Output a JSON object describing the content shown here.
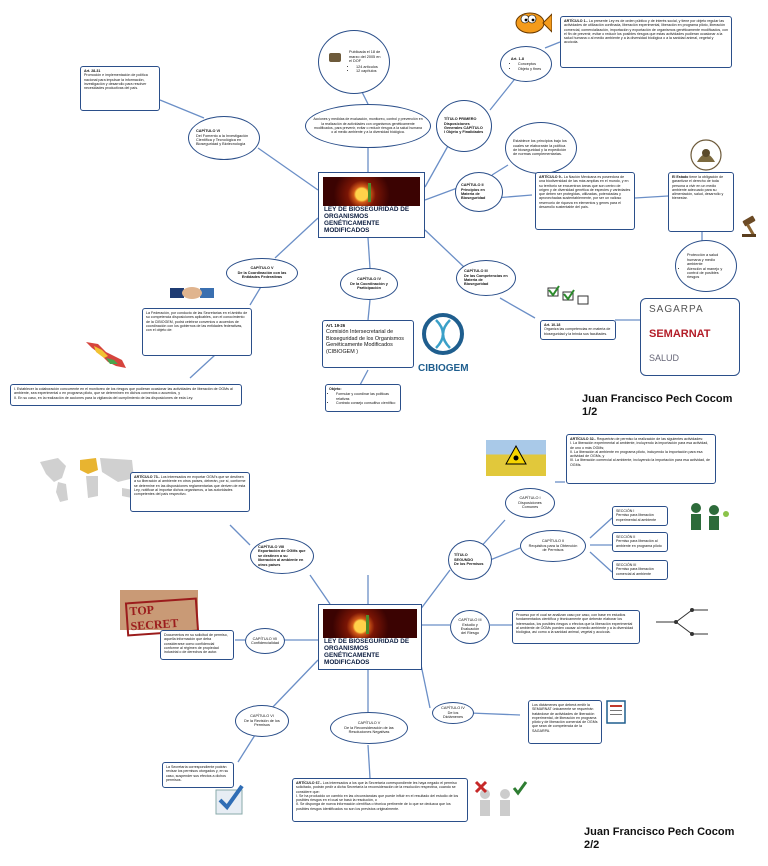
{
  "page1": {
    "center_title": "LEY DE BIOSEGURIDAD DE ORGANISMOS GENÉTICAMENTE MODIFICADOS",
    "top_oval": "Acciones y medidas de evaluación, monitoreo, control y prevención en la realización de actividades con organismos genéticamente modificados, para prevenir, evitar o reducir riesgos a la salud humana o al medio ambiente y a la diversidad biológica.",
    "published_oval": {
      "line1": "Publicada el 18 de marzo del 2005 en el DOF",
      "items": [
        "124 artículos",
        "12 capítulos"
      ]
    },
    "cap6": {
      "title": "CAPÍTULO VI",
      "text": "Del Fomento a la Investigación Científica y Tecnológica en Bioseguridad y Biotecnología"
    },
    "art2831": {
      "title": "Art. 28-31",
      "text": "Promoción e implementación de política nacional para impulsar la información, investigación y desarrollo para resolver necesidades productivas del país."
    },
    "titulo1": {
      "title": "TÍTULO PRIMERO",
      "text": "Disposiciones Generales CAPÍTULO I Objeto y Finalidades"
    },
    "art18": {
      "title": "Art. 1-8",
      "items": [
        "Conceptos",
        "Objeto y fines"
      ]
    },
    "art1": {
      "title": "ARTÍCULO 1.-",
      "text": "La presente Ley es de orden público y de interés social, y tiene por objeto regular las actividades de utilización confinada, liberación experimental, liberación en programa piloto, liberación comercial, comercialización, importación y exportación de organismos genéticamente modificados, con el fin de prevenir, evitar o reducir los posibles riesgos que estas actividades pudieran ocasionar a la salud humana o al medio ambiente y a la diversidad biológica o a la sanidad animal, vegetal y acuícola."
    },
    "cap2": {
      "title": "CAPÍTULO II",
      "text": "Principios en Materia de Bioseguridad"
    },
    "principios_oval": "Establece los principios bajo los cuales se elaborarán la política de bioseguridad y la expedición de normas complementarias.",
    "art9": {
      "title": "ARTÍCULO 9.-",
      "text": "La Nación Mexicana es poseedora de una biodiversidad de las más amplias en el mundo, y en su territorio se encuentran áreas que son centro de origen y de diversidad genética de especies y variedades que deben ser protegidas, utilizadas, potenciadas y aprovechadas sustentablemente, por ser un valioso reservorio de riqueza en elementos y genes para el desarrollo sustentable del país."
    },
    "estado_box": {
      "title": "El Estado",
      "text": "tiene la obligación de garantizar el derecho de toda persona a vivir en un medio ambiente adecuado para su alimentación, salud, desarrollo y bienestar."
    },
    "proteccion_oval": {
      "items": [
        "Protección a salud humana y medio ambiente",
        "Atención al manejo y control de posibles riesgos"
      ]
    },
    "cap5": {
      "title": "CAPÍTULO V",
      "text": "De la Coordinación con las Entidades Federativas"
    },
    "cap4": {
      "title": "CAPÍTULO IV",
      "text": "De la Coordinación y Participación"
    },
    "cap3": {
      "title": "CAPÍTULO III",
      "text": "De las Competencias en Materia de Bioseguridad"
    },
    "federacion_box": "La Federación, por conducto de las Secretarías en el ámbito de su competencia disposiciones aplicables, con el conocimiento de la CIBIOGEM, podrá celebrar convenios o acuerdos de coordinación con los gobiernos de las entidades federativas, con el objeto de:",
    "establecer_box": [
      "I. Establecer la colaboración concurrente en el monitoreo de los riesgos que pudieran ocasionar las actividades de liberación de OGMs al ambiente, sea experimental o en programa piloto, que se determinen en dichos convenios o acuerdos, y",
      "II. En su caso, en la realización de acciones para la vigilancia del cumplimiento de las disposiciones de esta Ley."
    ],
    "art1926": {
      "title": "Art. 19-26",
      "text": "Comisión Intersecretarial de Bioseguridad de los Organismos Genéticamente Modificados (CIBIOGEM )"
    },
    "cibiogem_logo": "CIBIOGEM",
    "objeto_box": {
      "title": "Objeto:",
      "items": [
        "Formular y coordinar las políticas relativas",
        "Contrato consejo consultivo científico"
      ]
    },
    "art1018": {
      "title": "Art. 10-18",
      "text": "Organiza las competencias en materia de bioseguridad y la brinda sus facultades."
    },
    "logos": {
      "sagarpa": "SAGARPA",
      "semarnat": "SEMARNAT",
      "salud": "SALUD"
    },
    "author": "Juan Francisco Pech Cocom",
    "page_num": "1/2"
  },
  "page2": {
    "center_title": "LEY DE BIOSEGURIDAD DE ORGANISMOS GENÉTICAMENTE MODIFICADOS",
    "titulo2": {
      "title": "TÍTULO SEGUNDO",
      "text": "De los Permisos"
    },
    "cap1": {
      "title": "CAPÍTULO I",
      "text": "Disposiciones Comunes"
    },
    "art32": {
      "title": "ARTÍCULO 32.-",
      "lines": [
        "Requerirán de permiso la realización de las siguientes actividades:",
        "I. La liberación experimental al ambiente, incluyendo la importación para esa actividad, de uno o más OGMs;",
        "II. La liberación al ambiente en programa piloto, incluyendo la importación para esa actividad de OGMs, y",
        "III. La liberación comercial al ambiente, incluyendo la importación para esa actividad, de OGMs."
      ]
    },
    "cap2": {
      "title": "CAPÍTULO II",
      "text": "Requisitos para la Obtención de Permisos"
    },
    "sec1": {
      "title": "SECCIÓN I",
      "text": "Permiso para liberación experimental al ambiente"
    },
    "sec2": {
      "title": "SECCIÓN II",
      "text": "Permiso para liberación al ambiente en programa piloto"
    },
    "sec3": {
      "title": "SECCIÓN III",
      "text": "Permiso para liberación comercial al ambiente"
    },
    "cap3": {
      "title": "CAPÍTULO III",
      "text": "Estudio y Evaluación del Riesgo"
    },
    "proceso_box": "Proceso por el cual se analizan caso por caso, con base en estudios fundamentados científica y técnicamente que deberán elaborar los interesados, los posibles riesgos o efectos que la liberación experimental al ambiente de OGMs pueden causar al medio ambiente y a la diversidad biológica, así como a la sanidad animal, vegetal y acuícola.",
    "cap4": {
      "title": "CAPÍTULO IV",
      "text": "De los Dictámenes"
    },
    "dictamenes_box": "Los dictámenes que deberá emitir la SEMARNAT únicamente se requerirán tratándose de actividades de liberación experimental, de liberación en programa piloto y de liberación comercial de OGMs que sean de competencia de la SAGARPA.",
    "cap5": {
      "title": "CAPÍTULO V",
      "text": "De la Reconsideración de las Resoluciones Negativas"
    },
    "art67": {
      "title": "ARTÍCULO 67.-",
      "lines": [
        "Los interesados a los que la Secretaría correspondiente les haya negado el permiso solicitado, podrán pedir a dicha Secretaría la reconsideración de la resolución respectiva, cuando se considere que:",
        "I. Se ha producido un cambio en las circunstancias que puede influir en el resultado del estudio de los posibles riesgos en el cual se basó la resolución, o",
        "II. Se disponga de nueva información científica o técnica pertinente de lo que se deduzca que los posibles riesgos identificados no son los previstos originalmente."
      ]
    },
    "cap6": {
      "title": "CAPÍTULO VI",
      "text": "De la Revisión de los Permisos"
    },
    "secretaria_box": "La Secretaría correspondiente podrán revisar los permisos otorgados y, en su caso, suspender sus efectos a dichos permisos.",
    "cap7": {
      "title": "CAPÍTULO VII",
      "text": "Confidencialidad"
    },
    "confid_box": "Documentos en su solicitud de permiso, aquella información que deba considerarse como confidencial conforme al régimen de propiedad industrial o de derechos de autor.",
    "cap8": {
      "title": "CAPÍTULO VIII",
      "text": "Exportación de OGMs que se destinen a su liberación al ambiente en otros países"
    },
    "art73": {
      "title": "ARTÍCULO 73.-",
      "text": "Los interesados en exportar OGM's que se destinen a su liberación al ambiente en otros países, deberán, por sí, conforme se determine en las disposiciones reglamentarias que deriven de esta Ley, notificar al importar dichos organismos, a las autoridades competentes del país respectivo."
    },
    "top_secret": "TOP SECRET",
    "author": "Juan Francisco Pech Cocom",
    "page_num": "2/2"
  },
  "colors": {
    "border": "#2b4f8a",
    "semarnat_red": "#b31d28",
    "cibiogem_blue": "#1f5e8e"
  }
}
